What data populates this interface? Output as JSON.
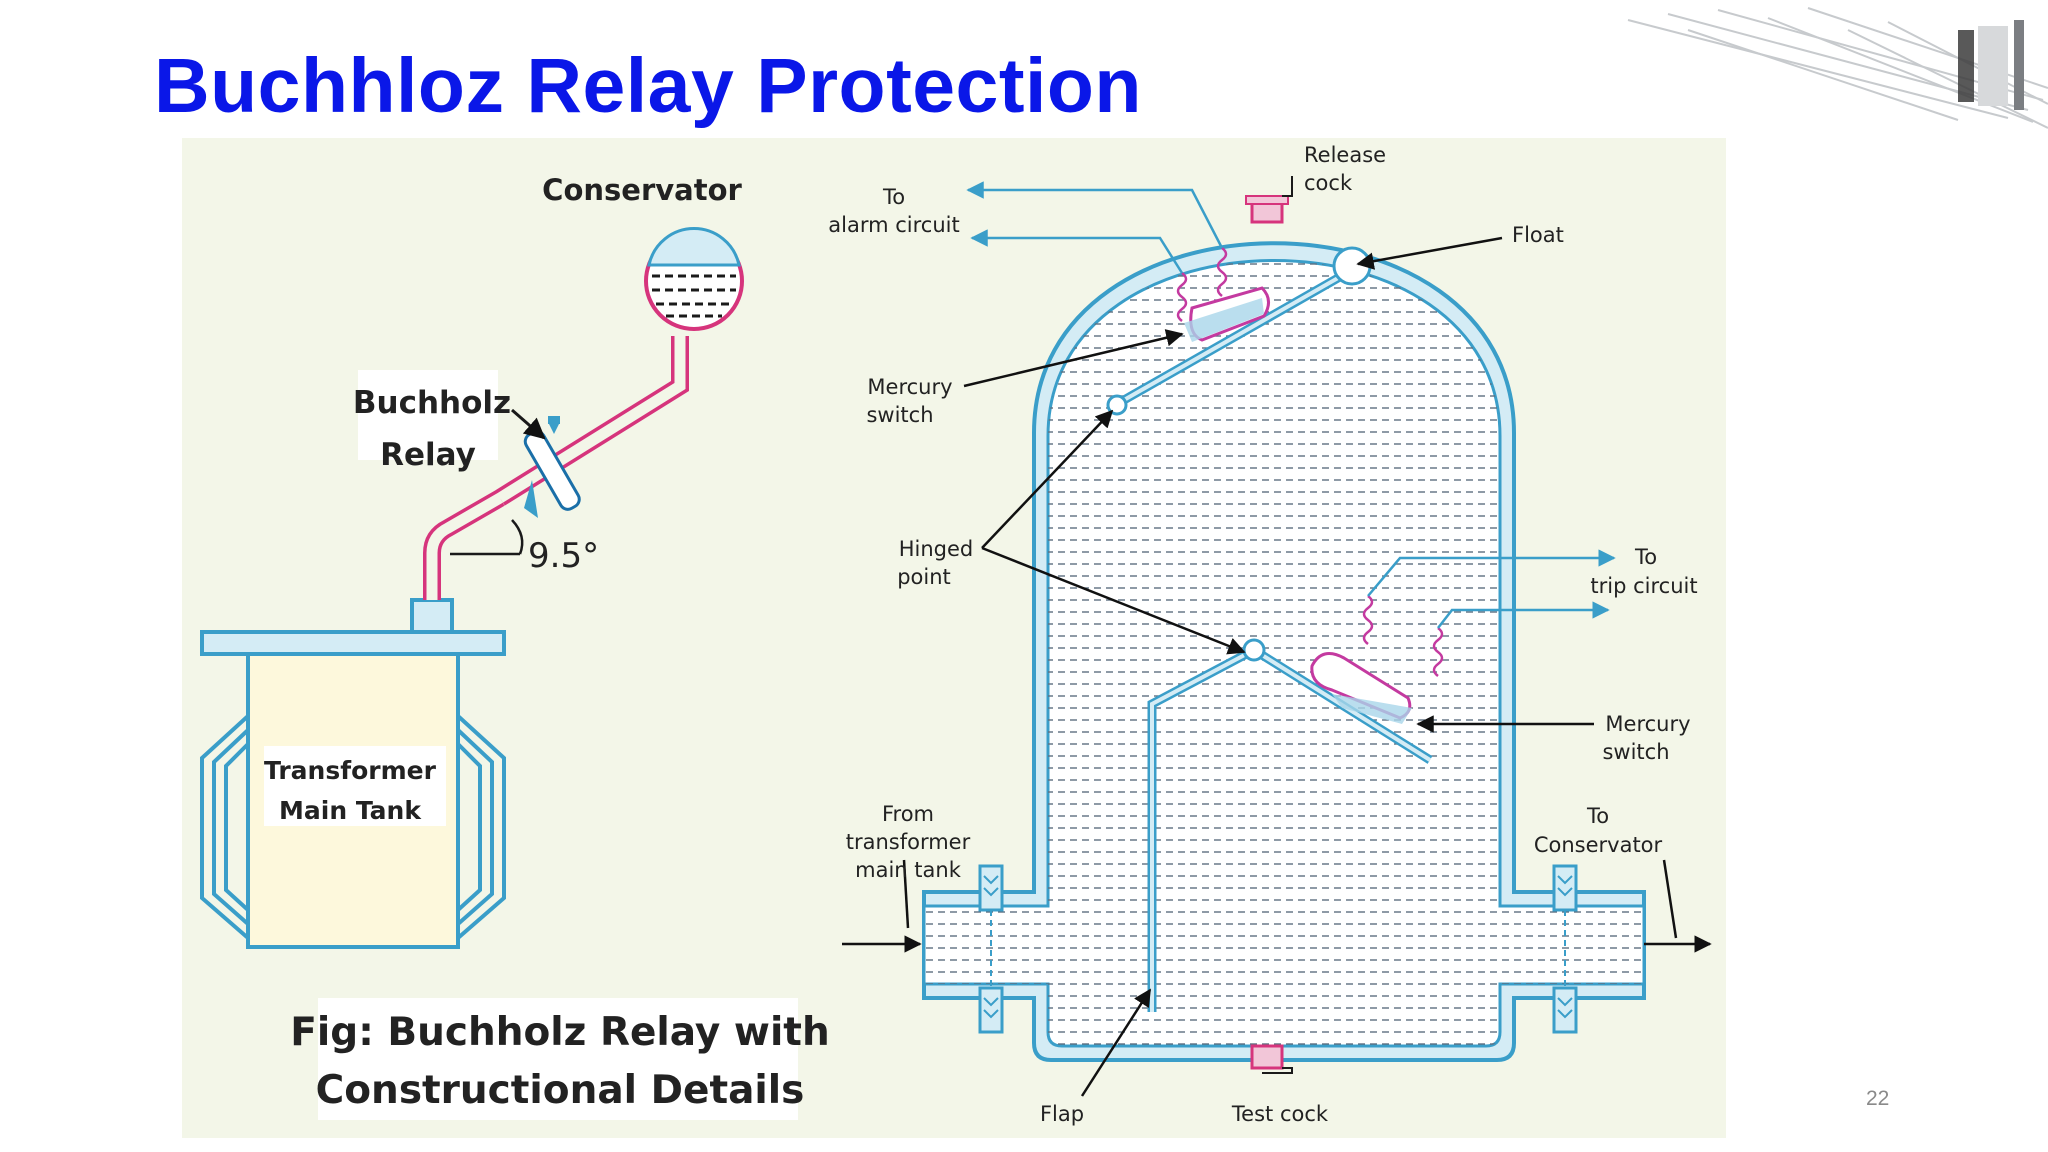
{
  "slide": {
    "title": "Buchhloz Relay Protection",
    "page_number": "22"
  },
  "colors": {
    "title": "#0a17e8",
    "figure_bg": "#f3f6e8",
    "pipe": "#3a9ec9",
    "pipe_fill": "#d4ecf5",
    "oil_line": "#5c6f80",
    "relay_pipe": "#d6347c",
    "coil": "#c43aa0",
    "tank_fill": "#fdf8dc"
  },
  "left_diagram": {
    "conservator_label": "Conservator",
    "relay_label_line1": "Buchholz",
    "relay_label_line2": "Relay",
    "angle_label": "9.5°",
    "tank_label_line1": "Transformer",
    "tank_label_line2": "Main Tank",
    "caption_line1": "Fig: Buchholz Relay with",
    "caption_line2": "Constructional Details"
  },
  "right_diagram": {
    "release_cock_line1": "Release",
    "release_cock_line2": "cock",
    "alarm_line1": "To",
    "alarm_line2": "alarm circuit",
    "float_label": "Float",
    "mercury_switch_top_line1": "Mercury",
    "mercury_switch_top_line2": "switch",
    "hinged_line1": "Hinged",
    "hinged_line2": "point",
    "trip_line1": "To",
    "trip_line2": "trip circuit",
    "mercury_switch_bottom_line1": "Mercury",
    "mercury_switch_bottom_line2": "switch",
    "from_tank_line1": "From",
    "from_tank_line2": "transformer",
    "from_tank_line3": "main tank",
    "to_conservator_line1": "To",
    "to_conservator_line2": "Conservator",
    "flap_label": "Flap",
    "test_cock_label": "Test cock"
  }
}
